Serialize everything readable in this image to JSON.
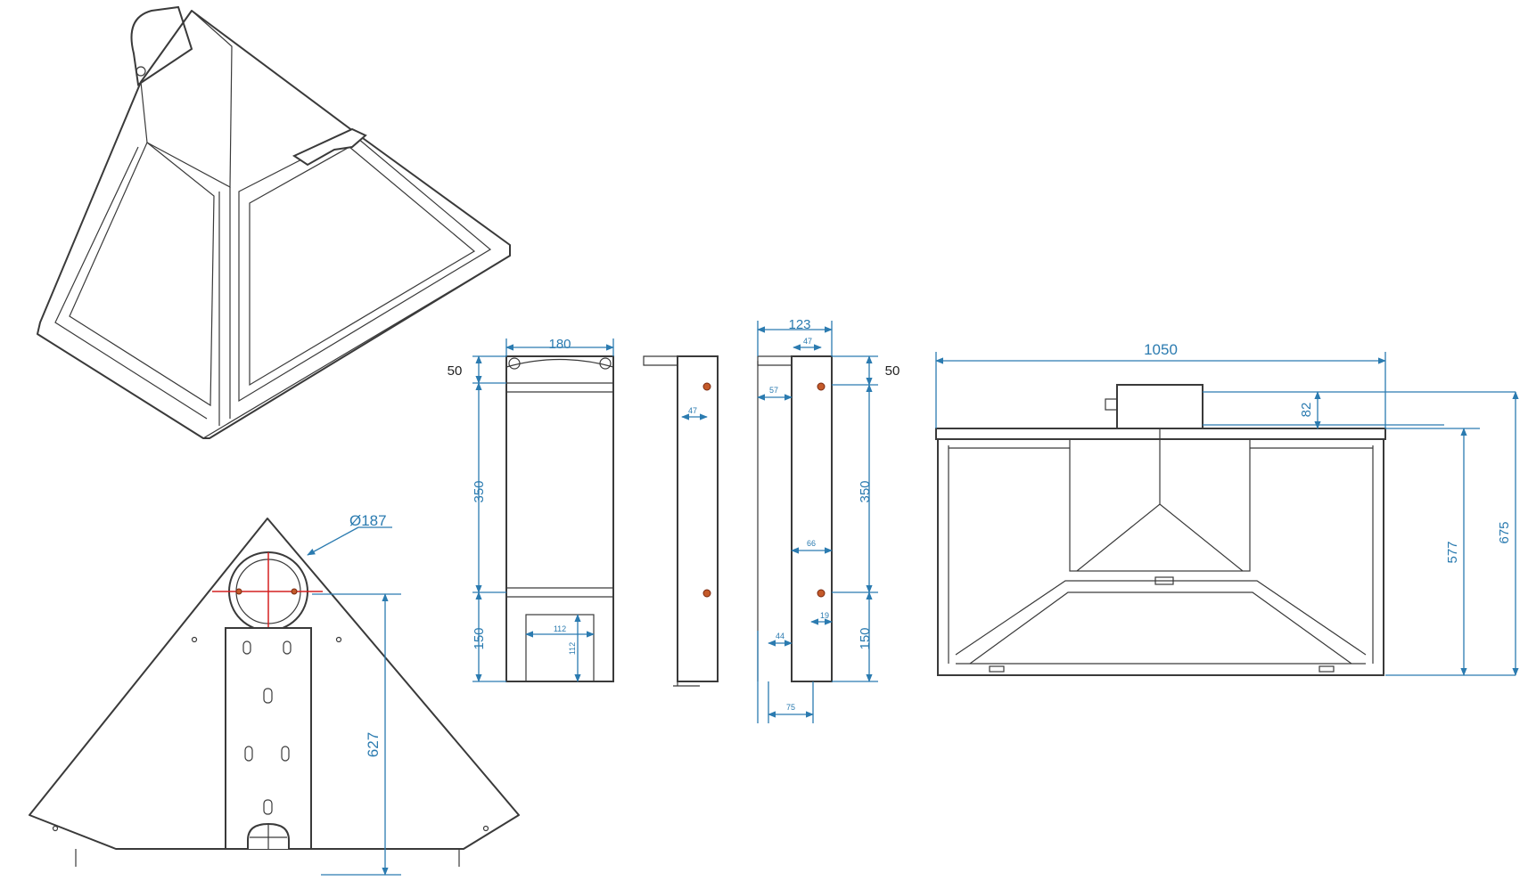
{
  "figure": {
    "colors": {
      "line": "#3a3a3a",
      "dimension": "#2b7bb0",
      "hole": "#c45a2a",
      "centerline": "#d42020"
    }
  },
  "front_view": {
    "diameter_label": "Ø187",
    "height_label": "627"
  },
  "bracket_front": {
    "width_label": "180",
    "top_label": "50",
    "middle_label": "350",
    "bottom_label": "150",
    "cutout_width_label": "112",
    "cutout_height_label": "112"
  },
  "bracket_side_a": {
    "offset_label": "47"
  },
  "bracket_side_b": {
    "depth_label": "123",
    "top_offset_label": "47",
    "flange_label": "57",
    "top_label": "50",
    "middle_label": "350",
    "bottom_label": "150",
    "inner_label": "66",
    "hole_offset_label": "19",
    "foot_label": "44",
    "base_label": "75"
  },
  "hood_front": {
    "width_label": "1050",
    "collar_label": "82",
    "body_height_label": "577",
    "total_height_label": "675"
  }
}
